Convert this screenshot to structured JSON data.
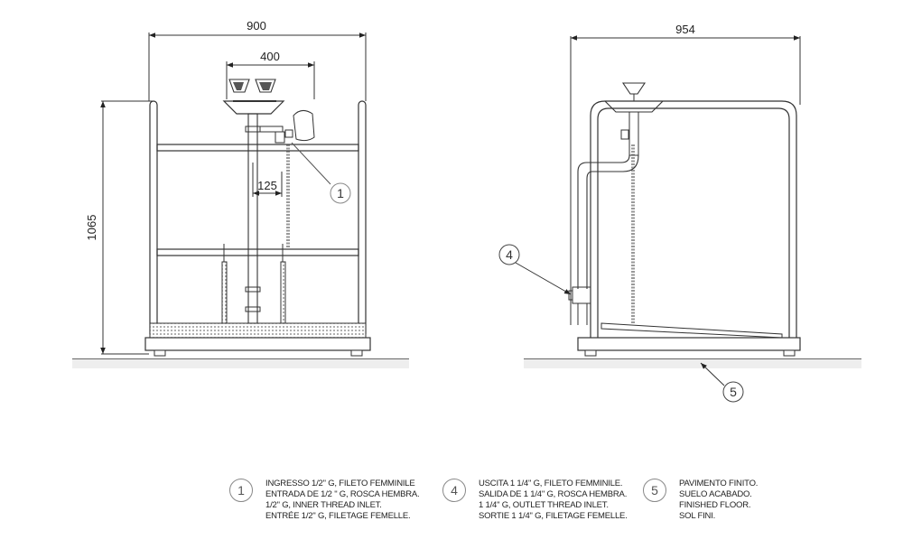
{
  "dimensions": {
    "front_width": "900",
    "basin_width": "400",
    "pipe_offset": "125",
    "height": "1065",
    "side_width": "954"
  },
  "callouts": {
    "c1": "1",
    "c4": "4",
    "c5": "5"
  },
  "legend": [
    {
      "num": "1",
      "lines": [
        "INGRESSO 1/2\" G, FILETO FEMMINILE",
        "ENTRADA DE 1/2 \" G, ROSCA HEMBRA.",
        "1/2\" G, INNER THREAD INLET.",
        "ENTRÉE 1/2\" G, FILETAGE FEMELLE."
      ]
    },
    {
      "num": "4",
      "lines": [
        "USCITA 1 1/4\" G, FILETO FEMMINILE.",
        "SALIDA DE 1 1/4\" G, ROSCA HEMBRA.",
        "1 1/4\" G, OUTLET THREAD INLET.",
        "SORTIE 1 1/4\" G, FILETAGE FEMELLE."
      ]
    },
    {
      "num": "5",
      "lines": [
        "PAVIMENTO FINITO.",
        "SUELO ACABADO.",
        "FINISHED FLOOR.",
        "SOL FINI."
      ]
    }
  ]
}
